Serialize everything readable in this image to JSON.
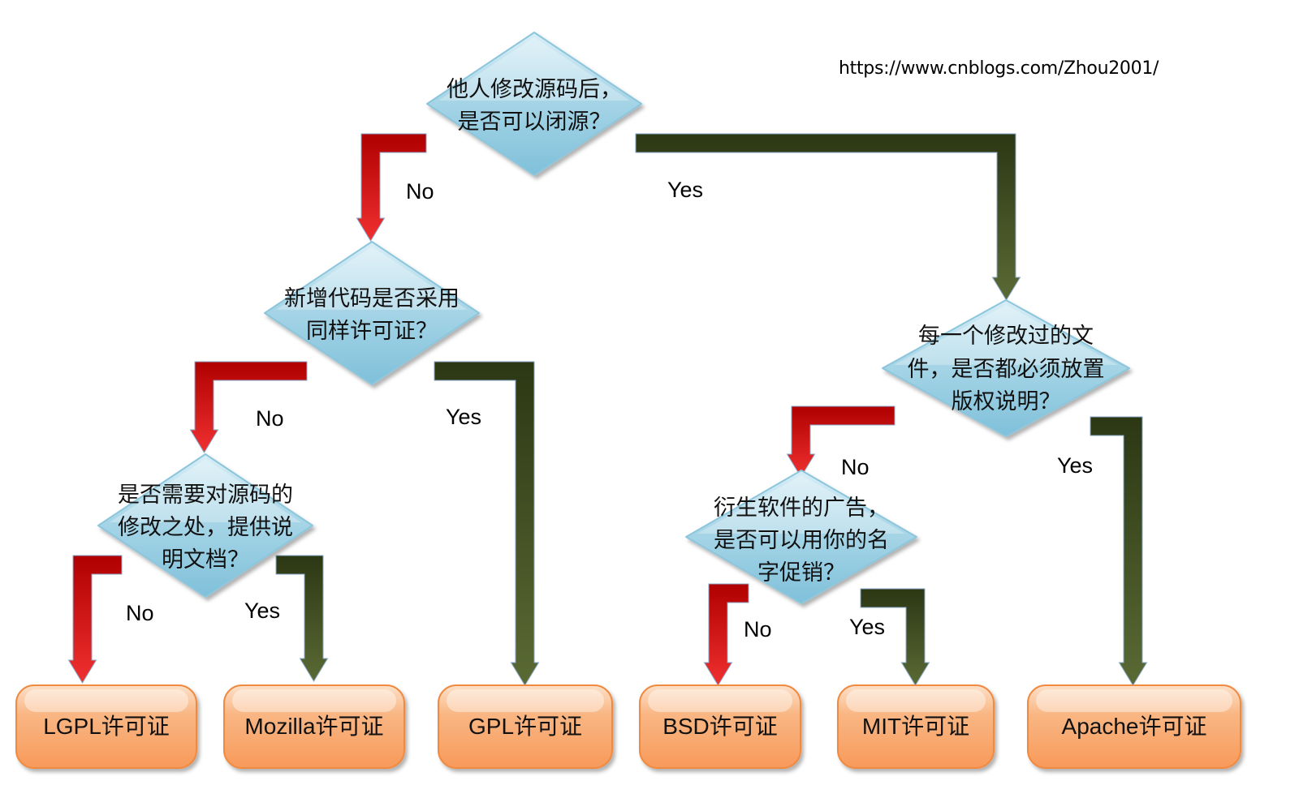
{
  "watermark": "https://www.cnblogs.com/Zhou2001/",
  "colors": {
    "no_arrow": "#d41010",
    "yes_arrow": "#3b4a1a",
    "question_fill": "#a9d7e8",
    "license_fill": "#f9a870"
  },
  "questions": [
    {
      "id": "q1",
      "lines": [
        "他人修改源码后，",
        "是否可以闭源？"
      ]
    },
    {
      "id": "q2",
      "lines": [
        "新增代码是否采用",
        "同样许可证？"
      ]
    },
    {
      "id": "q3",
      "lines": [
        "是否需要对源码的",
        "修改之处，提供说",
        "明文档？"
      ]
    },
    {
      "id": "q4",
      "lines": [
        "每一个修改过的文",
        "件，是否都必须放置",
        "版权说明？"
      ]
    },
    {
      "id": "q5",
      "lines": [
        "衍生软件的广告，",
        "是否可以用你的名",
        "字促销？"
      ]
    }
  ],
  "edges": [
    {
      "from": "q1",
      "to": "q2",
      "label": "No"
    },
    {
      "from": "q1",
      "to": "q4",
      "label": "Yes"
    },
    {
      "from": "q2",
      "to": "q3",
      "label": "No"
    },
    {
      "from": "q2",
      "to": "gpl",
      "label": "Yes"
    },
    {
      "from": "q3",
      "to": "lgpl",
      "label": "No"
    },
    {
      "from": "q3",
      "to": "mozilla",
      "label": "Yes"
    },
    {
      "from": "q4",
      "to": "q5",
      "label": "No"
    },
    {
      "from": "q4",
      "to": "apache",
      "label": "Yes"
    },
    {
      "from": "q5",
      "to": "bsd",
      "label": "No"
    },
    {
      "from": "q5",
      "to": "mit",
      "label": "Yes"
    }
  ],
  "licenses": [
    {
      "id": "lgpl",
      "label": "LGPL许可证"
    },
    {
      "id": "mozilla",
      "label": "Mozilla许可证"
    },
    {
      "id": "gpl",
      "label": "GPL许可证"
    },
    {
      "id": "bsd",
      "label": "BSD许可证"
    },
    {
      "id": "mit",
      "label": "MIT许可证"
    },
    {
      "id": "apache",
      "label": "Apache许可证"
    }
  ]
}
